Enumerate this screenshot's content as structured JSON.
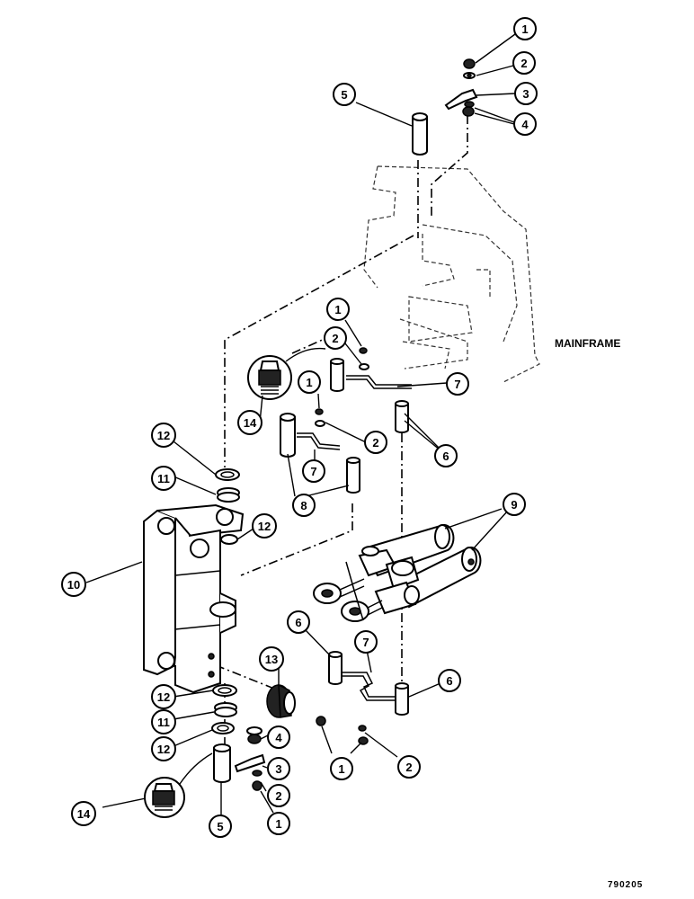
{
  "labels": {
    "mainframe": "MAINFRAME",
    "drawing_number": "790205"
  },
  "callouts": [
    {
      "key": "c1a",
      "num": "1"
    },
    {
      "key": "c2a",
      "num": "2"
    },
    {
      "key": "c3a",
      "num": "3"
    },
    {
      "key": "c4a",
      "num": "4"
    },
    {
      "key": "c5a",
      "num": "5"
    },
    {
      "key": "c1b",
      "num": "1"
    },
    {
      "key": "c2b",
      "num": "2"
    },
    {
      "key": "c7a",
      "num": "7"
    },
    {
      "key": "c1c",
      "num": "1"
    },
    {
      "key": "c14a",
      "num": "14"
    },
    {
      "key": "c6a",
      "num": "6"
    },
    {
      "key": "c2c",
      "num": "2"
    },
    {
      "key": "c7b",
      "num": "7"
    },
    {
      "key": "c12a",
      "num": "12"
    },
    {
      "key": "c8",
      "num": "8"
    },
    {
      "key": "c11a",
      "num": "11"
    },
    {
      "key": "c9",
      "num": "9"
    },
    {
      "key": "c12b",
      "num": "12"
    },
    {
      "key": "c10",
      "num": "10"
    },
    {
      "key": "c6b",
      "num": "6"
    },
    {
      "key": "c7c",
      "num": "7"
    },
    {
      "key": "c13",
      "num": "13"
    },
    {
      "key": "c6c",
      "num": "6"
    },
    {
      "key": "c12c",
      "num": "12"
    },
    {
      "key": "c11b",
      "num": "11"
    },
    {
      "key": "c4b",
      "num": "4"
    },
    {
      "key": "c12d",
      "num": "12"
    },
    {
      "key": "c3b",
      "num": "3"
    },
    {
      "key": "c1d",
      "num": "1"
    },
    {
      "key": "c2d",
      "num": "2"
    },
    {
      "key": "c2e",
      "num": "2"
    },
    {
      "key": "c14b",
      "num": "14"
    },
    {
      "key": "c5b",
      "num": "5"
    },
    {
      "key": "c1e",
      "num": "1"
    }
  ]
}
